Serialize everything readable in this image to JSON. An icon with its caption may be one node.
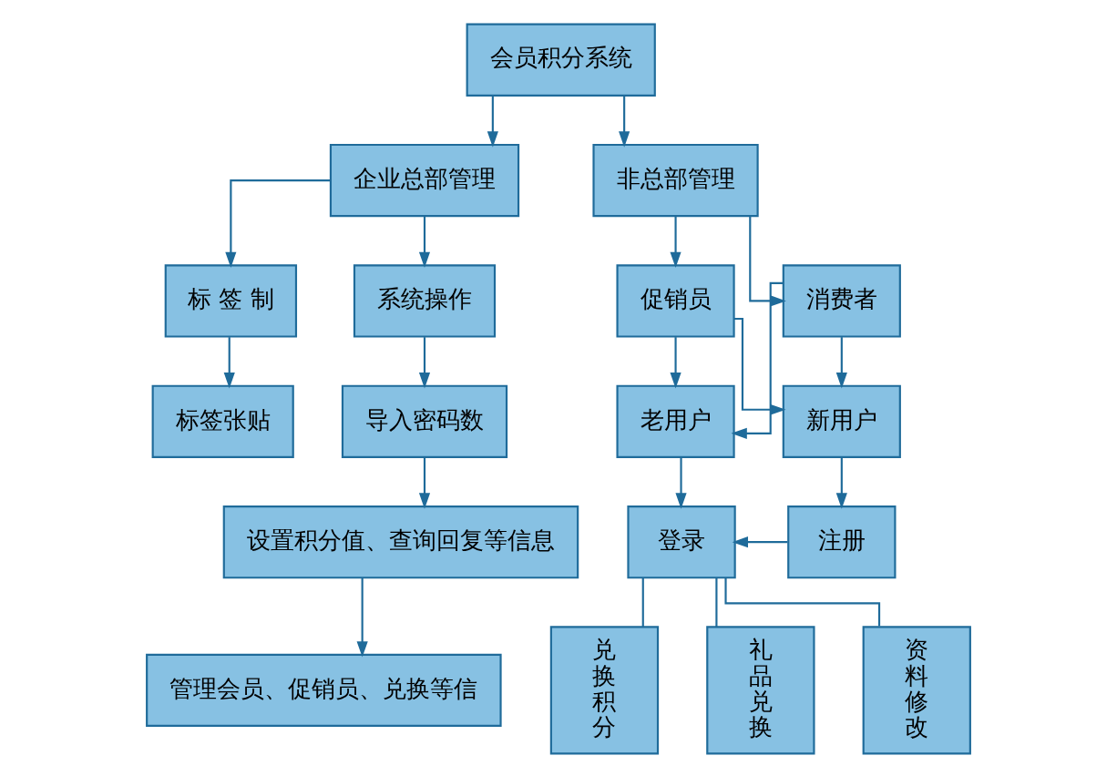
{
  "diagram": {
    "nodes": [
      {
        "text": [
          "会员积分系统"
        ]
      },
      {
        "text": [
          "企业总部管理"
        ]
      },
      {
        "text": [
          "非总部管理"
        ]
      },
      {
        "text": [
          "标 签 制"
        ]
      },
      {
        "text": [
          "系统操作"
        ]
      },
      {
        "text": [
          "标签张贴"
        ]
      },
      {
        "text": [
          "导入密码数"
        ]
      },
      {
        "text": [
          "设置积分值、查询回复等信息"
        ]
      },
      {
        "text": [
          "管理会员、促销员、兑换等信"
        ]
      },
      {
        "text": [
          "促销员"
        ]
      },
      {
        "text": [
          "消费者"
        ]
      },
      {
        "text": [
          "老用户"
        ]
      },
      {
        "text": [
          "新用户"
        ]
      },
      {
        "text": [
          "登录"
        ]
      },
      {
        "text": [
          "注册"
        ]
      },
      {
        "text": [
          "兑换积分"
        ]
      },
      {
        "text": [
          "礼品兑换"
        ]
      },
      {
        "text": [
          "资料修改"
        ]
      }
    ],
    "edges": [
      {
        "from": 0,
        "to": 1,
        "arrow": "to"
      },
      {
        "from": 0,
        "to": 2,
        "arrow": "to"
      },
      {
        "from": 1,
        "to": 3,
        "arrow": "to"
      },
      {
        "from": 1,
        "to": 4,
        "arrow": "to"
      },
      {
        "from": 3,
        "to": 5,
        "arrow": "to"
      },
      {
        "from": 4,
        "to": 6,
        "arrow": "to"
      },
      {
        "from": 6,
        "to": 7,
        "arrow": "to"
      },
      {
        "from": 7,
        "to": 8,
        "arrow": "to"
      },
      {
        "from": 2,
        "to": 9,
        "arrow": "to"
      },
      {
        "from": 2,
        "to": 10,
        "arrow": "to"
      },
      {
        "from": 9,
        "to": 11,
        "arrow": "to"
      },
      {
        "from": 9,
        "to": 12,
        "arrow": "to"
      },
      {
        "from": 10,
        "to": 11,
        "arrow": "to"
      },
      {
        "from": 10,
        "to": 12,
        "arrow": "to"
      },
      {
        "from": 11,
        "to": 13,
        "arrow": "to"
      },
      {
        "from": 12,
        "to": 14,
        "arrow": "to"
      },
      {
        "from": 14,
        "to": 13,
        "arrow": "to"
      },
      {
        "from": 13,
        "to": 15,
        "arrow": "none"
      },
      {
        "from": 13,
        "to": 16,
        "arrow": "none"
      },
      {
        "from": 13,
        "to": 17,
        "arrow": "none"
      }
    ]
  }
}
